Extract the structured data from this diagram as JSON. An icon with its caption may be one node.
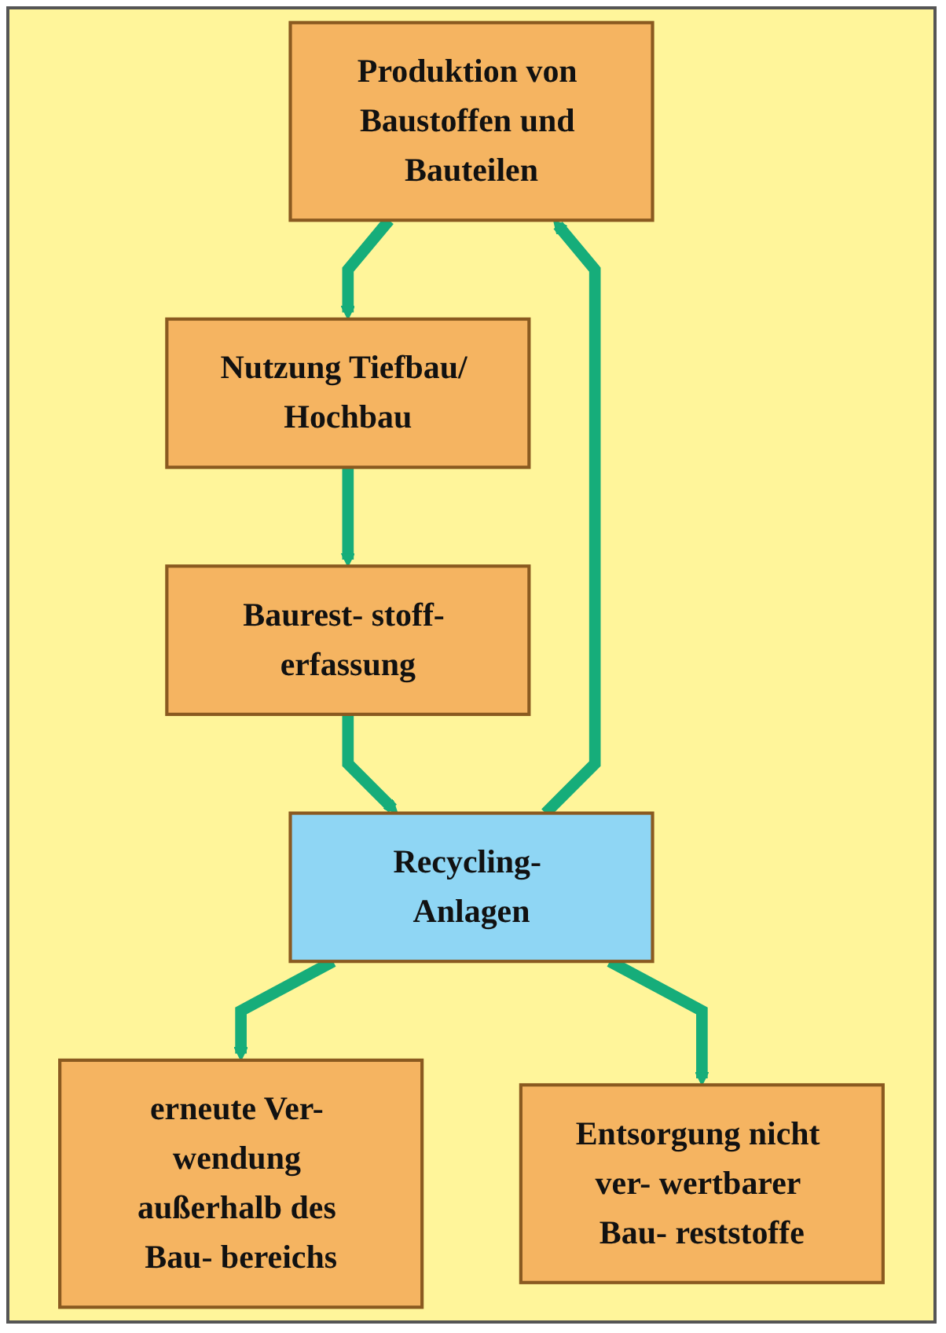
{
  "diagram": {
    "nodes": [
      {
        "text": [
          "Produktion von Baustoffen und Bauteilen"
        ]
      },
      {
        "text": [
          "Nutzung Tiefbau/ Hochbau"
        ]
      },
      {
        "text": [
          "Baurest- stoff- erfassung"
        ]
      },
      {
        "text": [
          "Recycling- Anlagen"
        ]
      },
      {
        "text": [
          "erneute Ver- wendung außerhalb des Bau- bereichs"
        ]
      },
      {
        "text": [
          "Entsorgung nicht ver- wertbarer Bau- reststoffe"
        ]
      }
    ],
    "edges": [
      {
        "from": 0,
        "to": 1,
        "arrow": "to"
      },
      {
        "from": 1,
        "to": 2,
        "arrow": "to"
      },
      {
        "from": 2,
        "to": 3,
        "arrow": "to"
      },
      {
        "from": 3,
        "to": 0,
        "arrow": "to"
      },
      {
        "from": 3,
        "to": 4,
        "arrow": "to"
      },
      {
        "from": 3,
        "to": 5,
        "arrow": "to"
      }
    ]
  }
}
